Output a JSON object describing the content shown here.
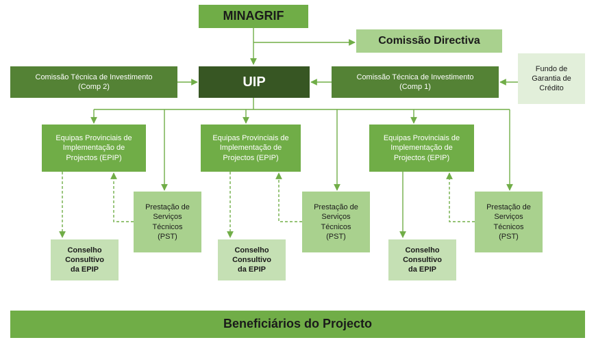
{
  "minagrif": "MINAGRIF",
  "comissao_directiva": "Comissão Directiva",
  "uip": "UIP",
  "cti_comp2": "Comissão Técnica de Investimento (Comp 2)",
  "cti_comp1": "Comissão Técnica de Investimento (Comp 1)",
  "fundo_garantia": "Fundo de Garantia de Crédito",
  "groups": [
    {
      "epip": "Equipas Provinciais de Implementação de Projectos (EPIP)",
      "pst": "Prestação de Serviços Técnicos (PST)",
      "conselho": "Conselho Consultivo da EPIP"
    },
    {
      "epip": "Equipas Provinciais de Implementação de Projectos (EPIP)",
      "pst": "Prestação de Serviços Técnicos (PST)",
      "conselho": "Conselho Consultivo da EPIP"
    },
    {
      "epip": "Equipas Provinciais de Implementação de Projectos (EPIP)",
      "pst": "Prestação de Serviços Técnicos (PST)",
      "conselho": "Conselho Consultivo da EPIP"
    }
  ],
  "beneficiarios": "Beneficiários do Projecto",
  "colors": {
    "line": "#70ad47",
    "dark_green": "#375623",
    "mid_green": "#70ad47"
  }
}
